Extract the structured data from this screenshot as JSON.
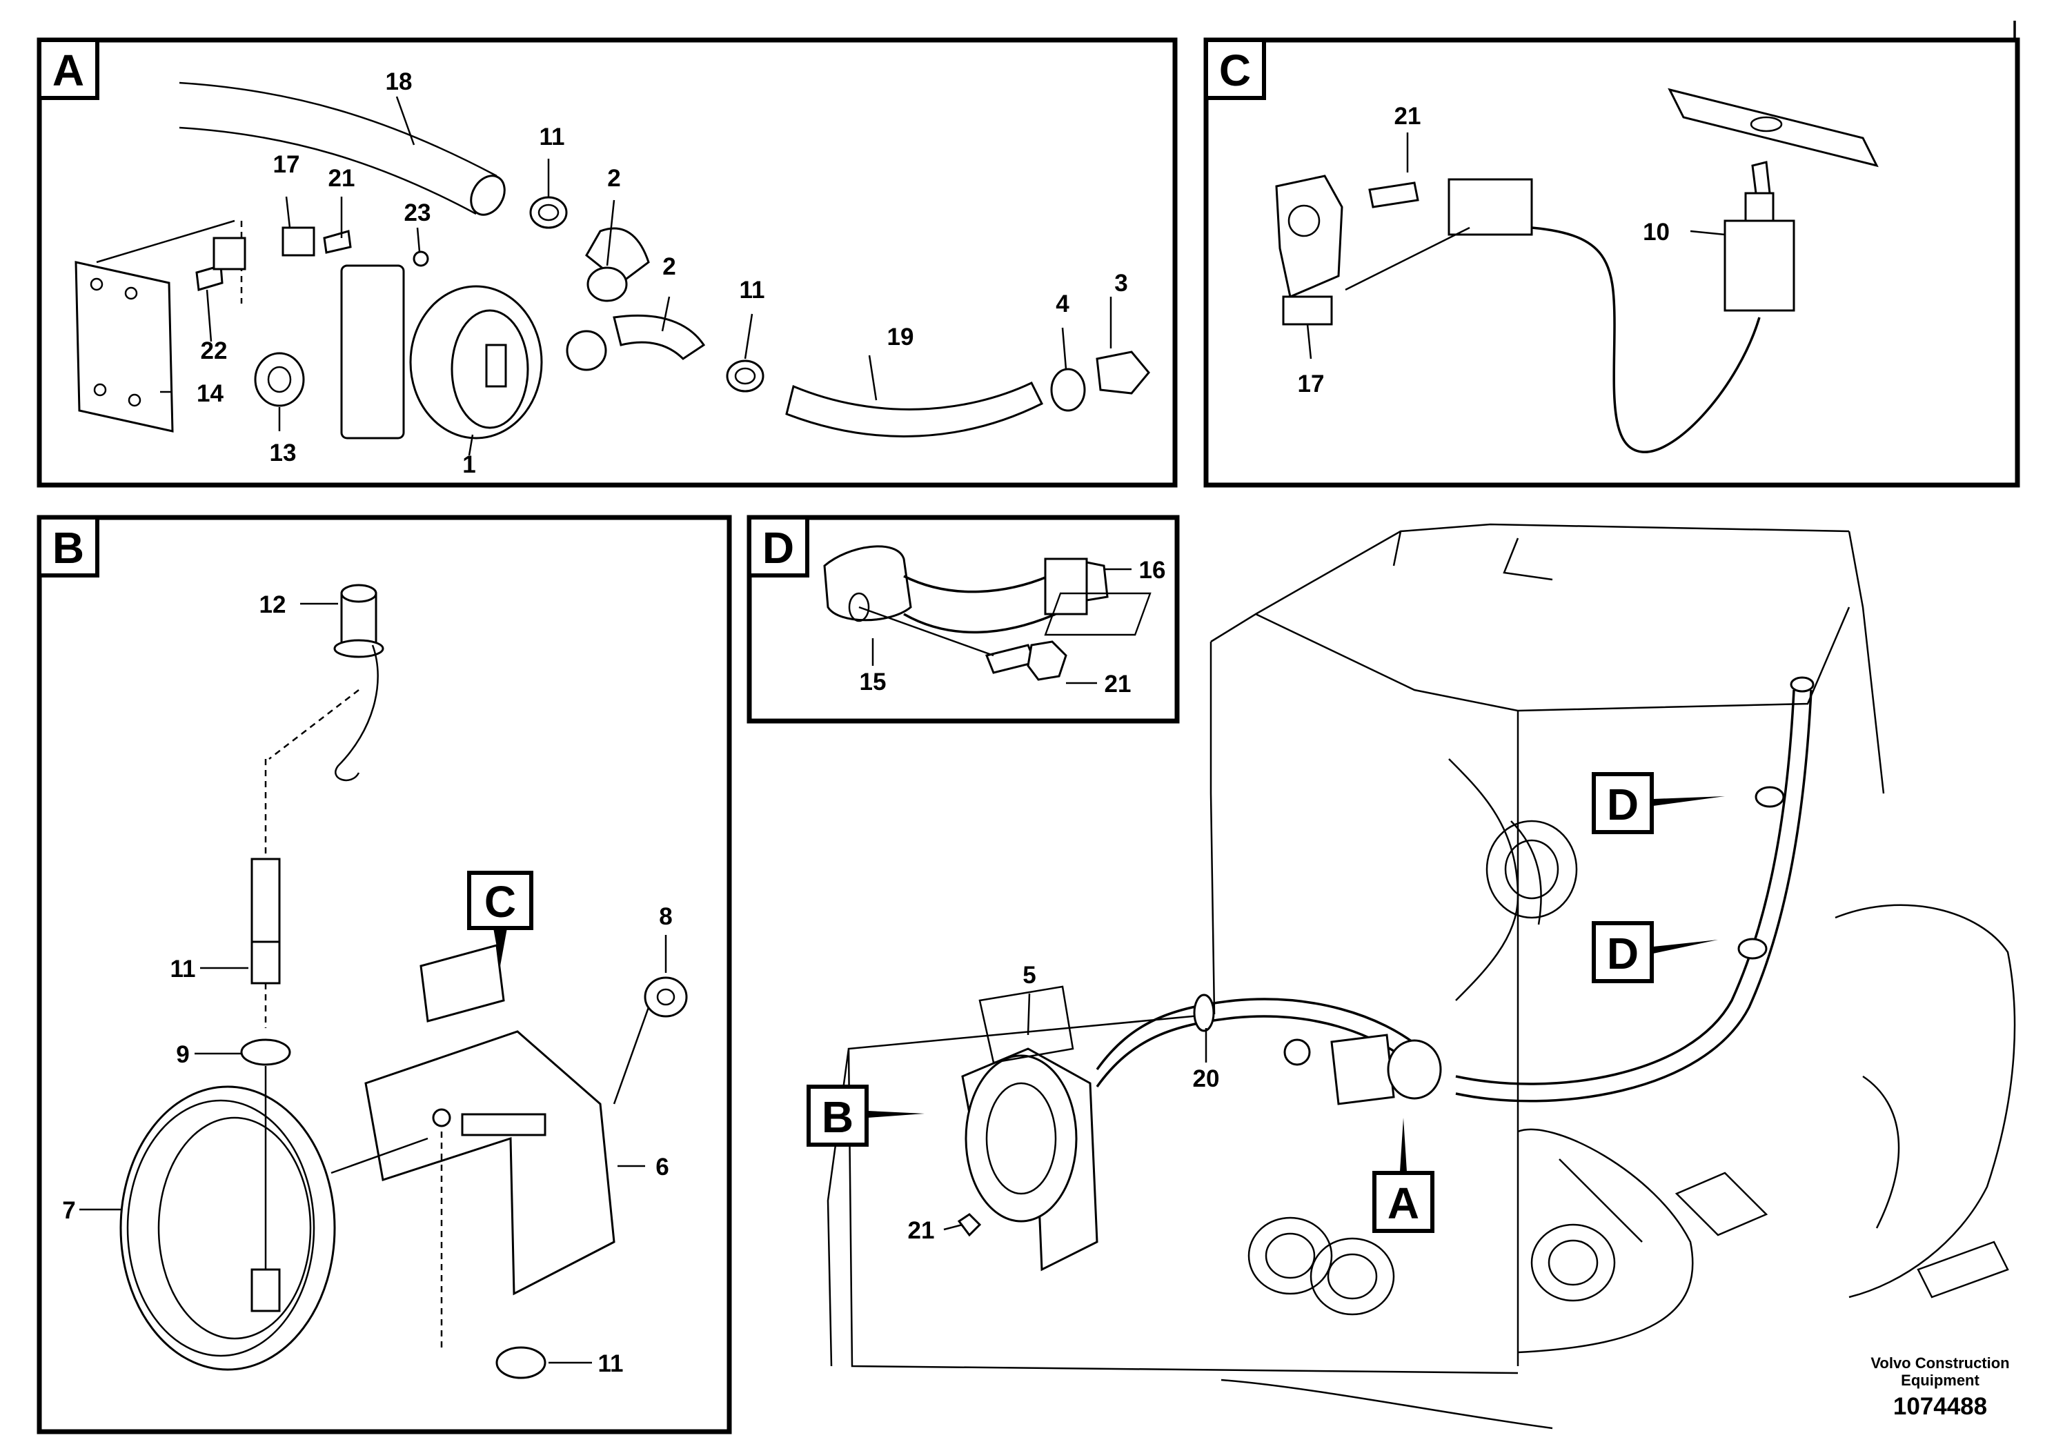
{
  "panels": {
    "a": "A",
    "b": "B",
    "c": "C",
    "d": "D"
  },
  "callouts": {
    "a": {
      "p18": "18",
      "p11a": "11",
      "p2a": "2",
      "p17": "17",
      "p21": "21",
      "p23": "23",
      "p2b": "2",
      "p11b": "11",
      "p3": "3",
      "p4": "4",
      "p19": "19",
      "p22": "22",
      "p14": "14",
      "p13": "13",
      "p1": "1"
    },
    "b": {
      "p12": "12",
      "p11a": "11",
      "p9": "9",
      "p8": "8",
      "p6": "6",
      "p7": "7",
      "p11b": "11",
      "c_ref": "C"
    },
    "c": {
      "p21": "21",
      "p10": "10",
      "p17": "17"
    },
    "d": {
      "p16": "16",
      "p15": "15",
      "p21": "21"
    },
    "main": {
      "p5": "5",
      "p20": "20",
      "p21": "21",
      "ref_b": "B",
      "ref_a": "A",
      "ref_d1": "D",
      "ref_d2": "D"
    }
  },
  "footer": {
    "brand_line1": "Volvo Construction",
    "brand_line2": "Equipment",
    "drawing_number": "1074488"
  }
}
